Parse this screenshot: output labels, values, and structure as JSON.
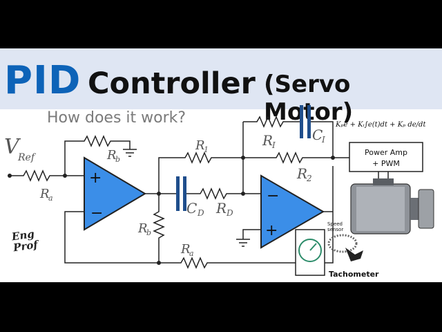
{
  "title": {
    "main": "PID",
    "rest": "Controller",
    "paren": "(Servo Motor)"
  },
  "subtitle": "How does it work?",
  "formula": "Kₚe + Kᵢ∫e(t)dt + Kₚ de/dt",
  "logo": [
    "Eng",
    "Prof"
  ],
  "labels": {
    "vref": "V",
    "vref_sub": "Ref",
    "ra": "R",
    "ra_sub": "a",
    "rb": "R",
    "rb_sub": "b",
    "r1": "R",
    "r1_sub": "1",
    "ri": "R",
    "ri_sub": "I",
    "ci": "C",
    "ci_sub": "I",
    "r2": "R",
    "r2_sub": "2",
    "cd": "C",
    "cd_sub": "D",
    "rd": "R",
    "rd_sub": "D",
    "rb2": "R",
    "rb2_sub": "b",
    "ra2": "R",
    "ra2_sub": "a",
    "power_amp": "Power Amp",
    "pwm": "+ PWM",
    "speed_sensor_1": "Speed",
    "speed_sensor_2": "sensor",
    "tachometer": "Tachometer"
  },
  "colors": {
    "title_blue": "#0d63b8",
    "band": "#dfe6f3",
    "capacitor": "#1f4e8c",
    "opamp_fill": "#3b8ee8"
  }
}
